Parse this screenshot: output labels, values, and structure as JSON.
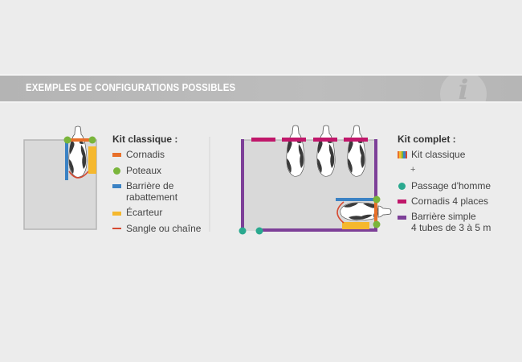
{
  "banner": {
    "title": "EXEMPLES DE CONFIGURATIONS POSSIBLES",
    "icon": "info-icon",
    "icon_glyph": "i"
  },
  "colors": {
    "cornadis": "#e8702a",
    "poteaux": "#7ab53b",
    "barriere_rabattement": "#3b82c4",
    "ecarteur": "#f5b82e",
    "sangle": "#d64a32",
    "passage_homme": "#2aa98f",
    "cornadis_4_places": "#c0176a",
    "barriere_simple": "#7d3f98",
    "enclosure_fill": "#d9d9d9",
    "enclosure_border": "#b5b5b5"
  },
  "kit_classique": {
    "title": "Kit classique :",
    "items": [
      {
        "label": "Cornadis",
        "swatch": "bar",
        "color": "#e8702a"
      },
      {
        "label": "Poteaux",
        "swatch": "dot",
        "color": "#7ab53b"
      },
      {
        "label": "Barrière de",
        "label2": "rabattement",
        "swatch": "bar",
        "color": "#3b82c4"
      },
      {
        "label": "Écarteur",
        "swatch": "bar",
        "color": "#f5b82e"
      },
      {
        "label": "Sangle ou chaîne",
        "swatch": "line",
        "color": "#d64a32"
      }
    ]
  },
  "kit_complet": {
    "title": "Kit complet :",
    "items": [
      {
        "label": "Kit classique",
        "swatch": "multicolor"
      },
      {
        "label": "+",
        "swatch": "none"
      },
      {
        "label": "Passage d'homme",
        "swatch": "dot",
        "color": "#2aa98f"
      },
      {
        "label": "Cornadis 4 places",
        "swatch": "bar",
        "color": "#c0176a"
      },
      {
        "label": "Barrière simple",
        "label2": "4 tubes de 3 à 5 m",
        "swatch": "bar",
        "color": "#7d3f98"
      }
    ]
  }
}
